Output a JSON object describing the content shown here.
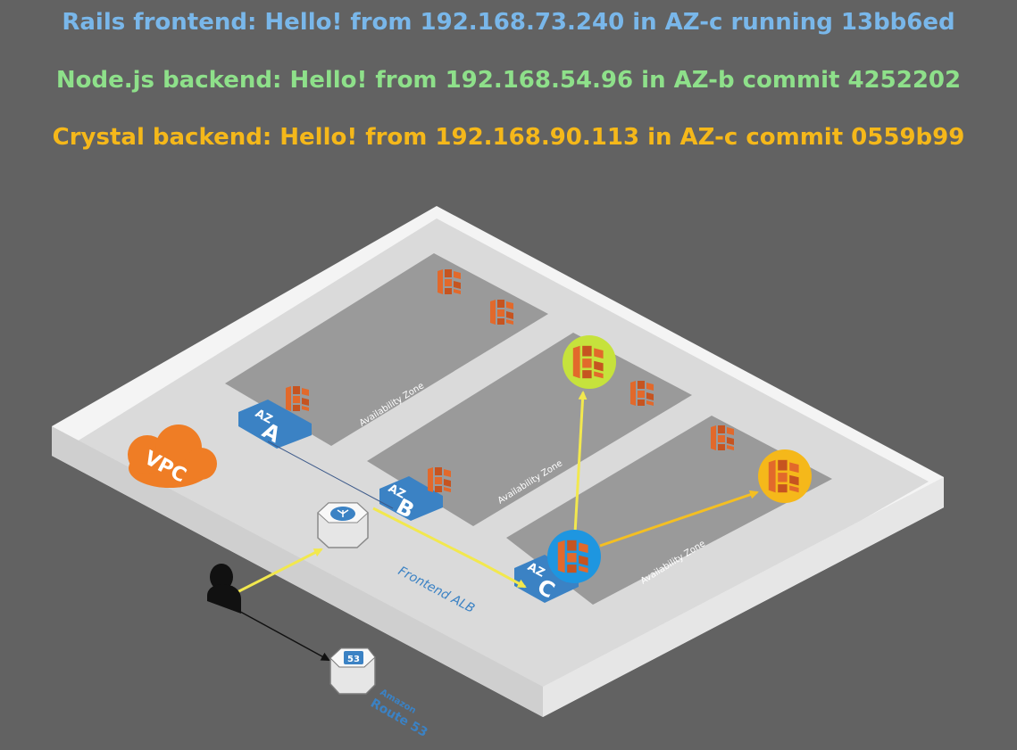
{
  "status_lines": [
    {
      "text": "Rails frontend: Hello! from 192.168.73.240 in AZ-c running 13bb6ed",
      "color": "#79b7ea"
    },
    {
      "text": "Node.js backend: Hello! from 192.168.54.96 in AZ-b commit 4252202",
      "color": "#8ee08a"
    },
    {
      "text": "Crystal backend: Hello! from 192.168.90.113 in AZ-c commit 0559b99",
      "color": "#f5b81a"
    }
  ],
  "diagram": {
    "vpc_label": "VPC",
    "zone_caption": "Availability Zone",
    "zones": [
      {
        "prefix": "AZ",
        "letter": "A"
      },
      {
        "prefix": "AZ",
        "letter": "B"
      },
      {
        "prefix": "AZ",
        "letter": "C"
      }
    ],
    "alb_label": "Frontend ALB",
    "route53": {
      "line1": "Amazon",
      "line2": "Route 53",
      "badge": "53"
    },
    "colors": {
      "background": "#626262",
      "platform_outer": "#f4f4f4",
      "platform_inner": "#dadada",
      "zone": "#9a9a9a",
      "az_badge": "#3b82c4",
      "vpc_cloud": "#ef7d25",
      "ecs_icon": "#e2692b",
      "node_ring": "#c6e23c",
      "crystal_ring": "#f5b81a",
      "rails_ring": "#1e96e0",
      "arrow": "#f2e84e",
      "crystal_arrow": "#f4bf22",
      "alb_label": "#3b82c4"
    },
    "icons": [
      "ecs-container-icon",
      "load-balancer-icon",
      "route53-icon",
      "user-icon",
      "vpc-cloud-icon"
    ]
  }
}
